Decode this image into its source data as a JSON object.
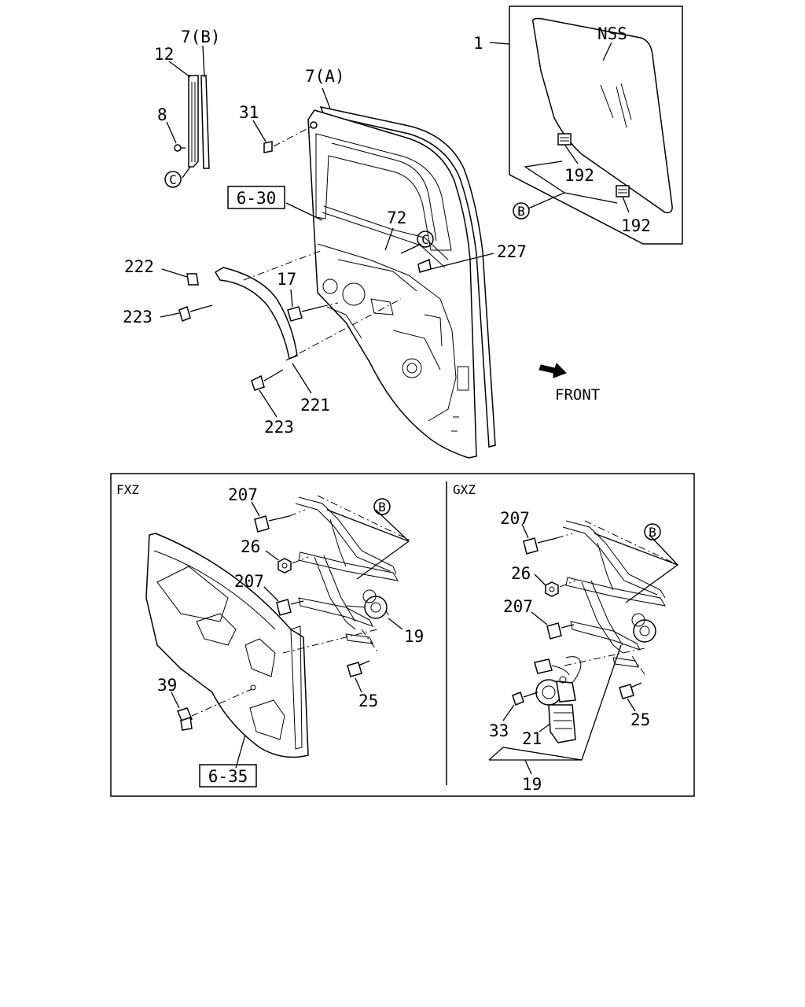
{
  "callouts": {
    "c1": "1",
    "nss": "NSS",
    "c7b": "7(B)",
    "c12": "12",
    "c7a": "7(A)",
    "c31": "31",
    "c8": "8",
    "c630": "6-30",
    "c72": "72",
    "c227": "227",
    "c222": "222",
    "c223a": "223",
    "c17": "17",
    "c221": "221",
    "c223b": "223",
    "c192a": "192",
    "c192b": "192",
    "front": "FRONT"
  },
  "circled": {
    "c_top": "C",
    "c_door": "C",
    "b_glass": "B",
    "b_fxz": "B",
    "b_gxz": "B"
  },
  "fxz": {
    "title": "FXZ",
    "c207a": "207",
    "c26": "26",
    "c207b": "207",
    "c19": "19",
    "c25": "25",
    "c39": "39",
    "c635": "6-35"
  },
  "gxz": {
    "title": "GXZ",
    "c207a": "207",
    "c26": "26",
    "c207b": "207",
    "c25": "25",
    "c33": "33",
    "c21": "21",
    "c19": "19"
  }
}
